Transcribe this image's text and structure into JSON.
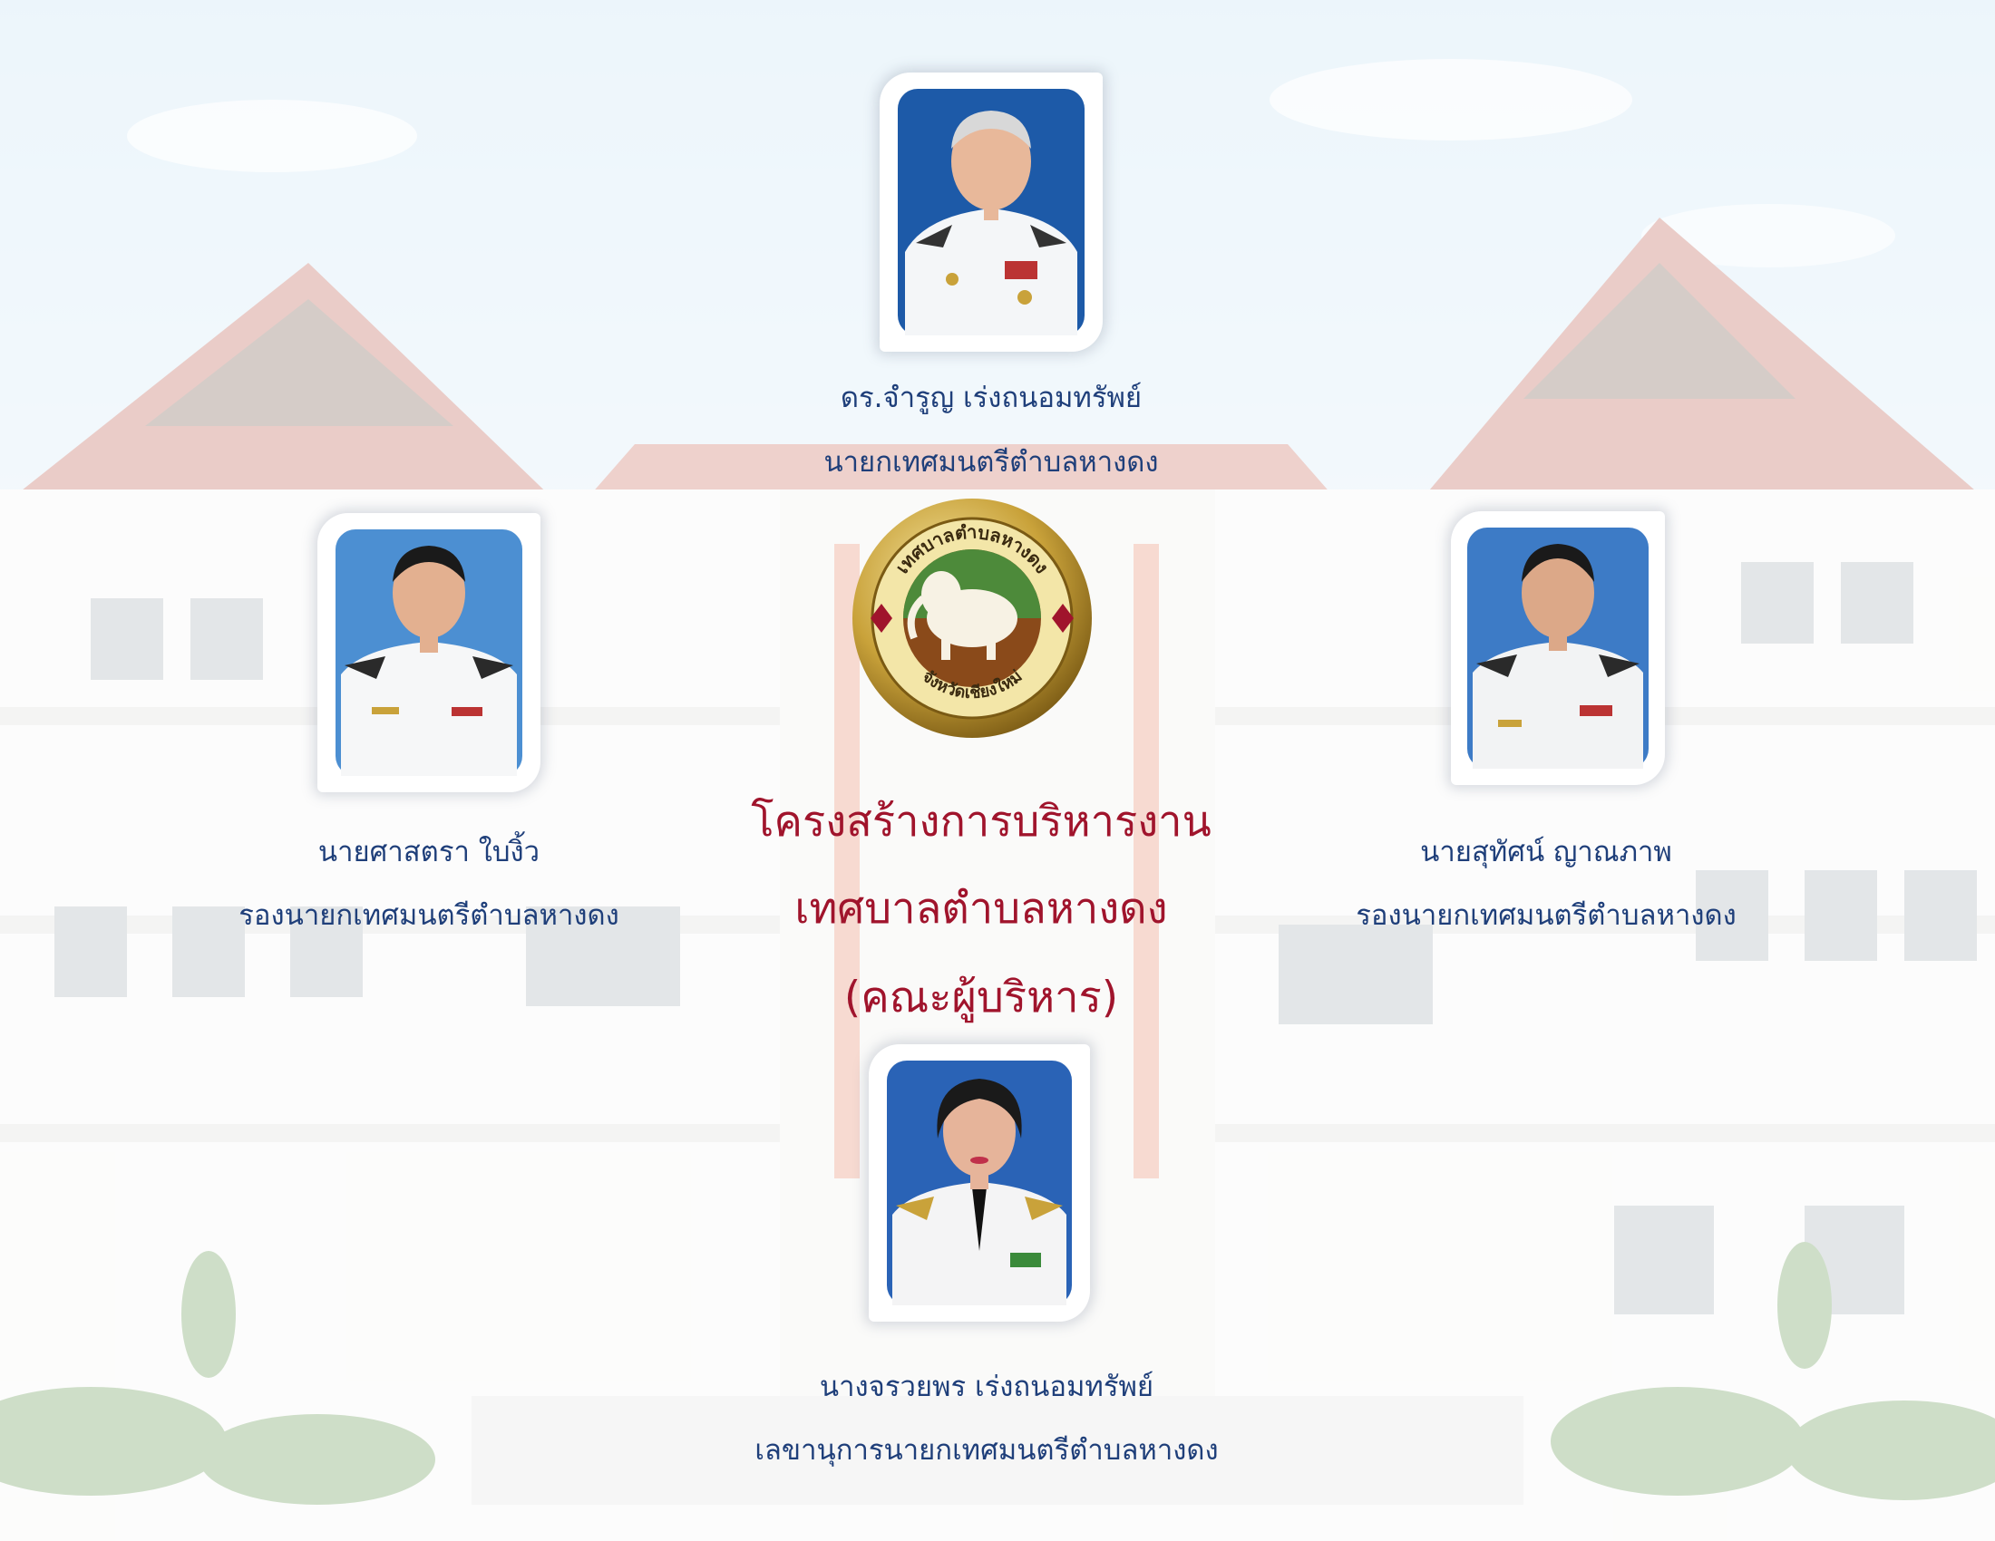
{
  "background": {
    "sky_color": "#d8ecf7",
    "roof_color": "#b34a3a",
    "wall_color": "#f4f4f2",
    "icon": "building-illustration"
  },
  "title": {
    "line1": "โครงสร้างการบริหารงาน",
    "line2": "เทศบาลตำบลหางดง",
    "line3": "(คณะผู้บริหาร)",
    "color": "#a0142c"
  },
  "seal": {
    "icon": "municipal-seal-elephant",
    "top_text": "เทศบาลตำบลหางดง",
    "bottom_text": "จังหวัดเชียงใหม่"
  },
  "members": {
    "mayor": {
      "name": "ดร.จำรูญ  เร่งถนอมทรัพย์",
      "position": "นายกเทศมนตรีตำบลหางดง",
      "photo_bg": "#1d5aa8"
    },
    "deputy_left": {
      "name": "นายศาสตรา  ใบงิ้ว",
      "position": "รองนายกเทศมนตรีตำบลหางดง",
      "photo_bg": "#4c8fd2"
    },
    "deputy_right": {
      "name": "นายสุทัศน์  ญาณภาพ",
      "position": "รองนายกเทศมนตรีตำบลหางดง",
      "photo_bg": "#3d7bc6"
    },
    "secretary": {
      "name": "นางจรวยพร  เร่งถนอมทรัพย์",
      "position": "เลขานุการนายกเทศมนตรีตำบลหางดง",
      "photo_bg": "#2a63b6"
    }
  },
  "text_color": "#1f3f7a"
}
